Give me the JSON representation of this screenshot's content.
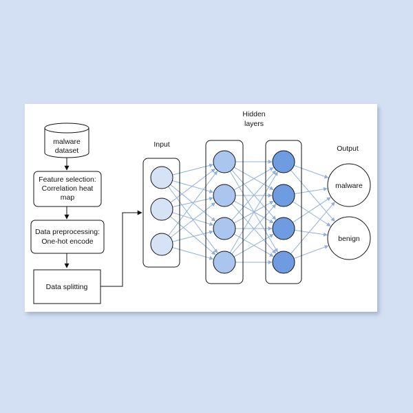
{
  "flowchart": {
    "dataset_label": [
      "malware",
      "dataset"
    ],
    "steps": [
      {
        "id": "feature-selection",
        "lines": [
          "Feature selection:",
          "Correlation heat",
          "map"
        ]
      },
      {
        "id": "data-preprocessing",
        "lines": [
          "Data preprocessing:",
          "One-hot encode"
        ]
      },
      {
        "id": "data-splitting",
        "lines": [
          "Data splitting"
        ]
      }
    ]
  },
  "network": {
    "input_label": "Input",
    "hidden_label": [
      "Hidden",
      "layers"
    ],
    "output_label": "Output",
    "input_nodes": 3,
    "hidden_layers": [
      4,
      4
    ],
    "outputs": [
      "malware",
      "benign"
    ]
  },
  "colors": {
    "background": "#d3dff3",
    "panel": "#ffffff",
    "input_node": "#d6e3f6",
    "hidden_node_1": "#aac5ee",
    "hidden_node_2": "#6f9be0",
    "output_node": "#ffffff",
    "edge": "#8fb0df",
    "stroke": "#111111"
  }
}
